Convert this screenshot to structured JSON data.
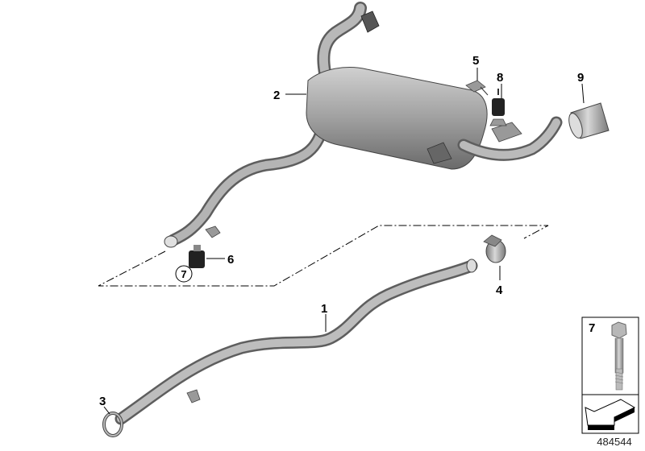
{
  "diagram": {
    "part_labels": [
      "1",
      "2",
      "3",
      "4",
      "5",
      "6",
      "7",
      "8",
      "9"
    ],
    "circled_label": "7",
    "inset": {
      "label": "7"
    },
    "reference_number": "484544"
  },
  "colors": {
    "part_fill": "#a8a8a8",
    "part_dark": "#6e6e6e",
    "line": "#000000"
  }
}
